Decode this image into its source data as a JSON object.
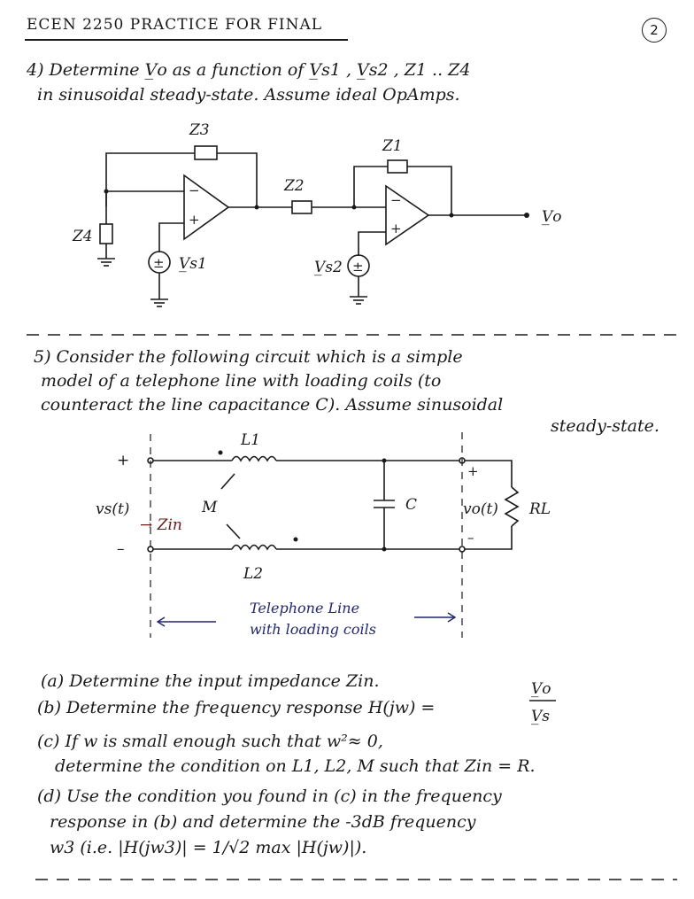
{
  "header": {
    "title": "ECEN 2250 PRACTICE FOR FINAL",
    "page_number": "2"
  },
  "problem4": {
    "line1": "4) Determine V̲o as a function of V̲s1 , V̲s2 , Z1 .. Z4",
    "line2": "in sinusoidal steady-state.  Assume ideal OpAmps.",
    "labels": {
      "z3": "Z3",
      "z2": "Z2",
      "z1": "Z1",
      "z4": "Z4",
      "vo": "V̲o",
      "vs1": "V̲s1",
      "vs2": "V̲s2",
      "minus": "−",
      "plus": "+",
      "pm": "±"
    }
  },
  "problem5": {
    "line1": "5) Consider the following circuit which is a simple",
    "line2": "model of a telephone line with loading coils (to",
    "line3": "counteract the line capacitance C). Assume sinusoidal",
    "line4": "steady-state.",
    "labels": {
      "l1": "L1",
      "l2": "L2",
      "m": "M",
      "c": "C",
      "rl": "RL",
      "vs": "vs(t)",
      "vo": "vo(t)",
      "zin": "→ Zin",
      "plus": "+",
      "minus": "–",
      "tel_line1": "Telephone Line",
      "tel_line2": "with loading coils"
    },
    "parts": {
      "a": "(a) Determine the input impedance Zin.",
      "b": "(b) Determine the frequency response  H(jw) =",
      "b_num": "V̲o",
      "b_den": "V̲s",
      "c1": "(c) If w is small enough such that w²≈ 0,",
      "c2": "determine the condition on L1, L2, M such that Zin = R.",
      "d1": "(d) Use the condition you found in (c) in the frequency",
      "d2": "response in (b) and determine the -3dB frequency",
      "d3": "w3 (i.e. |H(jw3)| = 1/√2 max |H(jw)|)."
    }
  }
}
